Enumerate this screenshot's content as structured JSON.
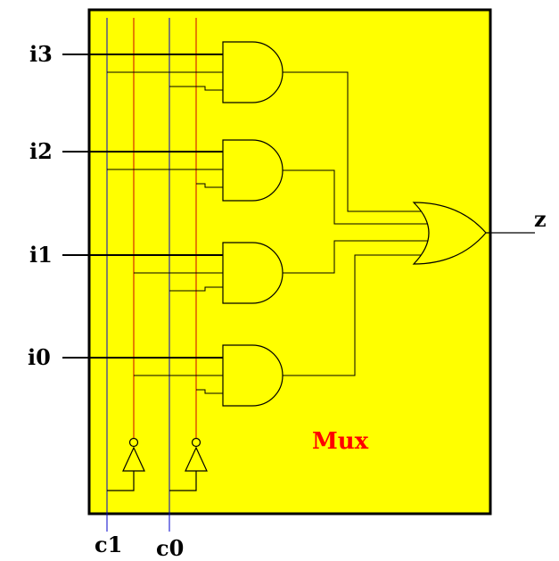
{
  "diagram": {
    "title": "Mux",
    "inputs": [
      "i3",
      "i2",
      "i1",
      "i0"
    ],
    "controls": [
      "c1",
      "c0"
    ],
    "output": "z"
  },
  "colors": {
    "background": "#ffffff",
    "box_fill": "#ffff00",
    "box_border": "#000000",
    "data_wire": "#000000",
    "control_wire": "#0000cc",
    "inverted_wire": "#cc0000",
    "title": "#ff0000"
  }
}
